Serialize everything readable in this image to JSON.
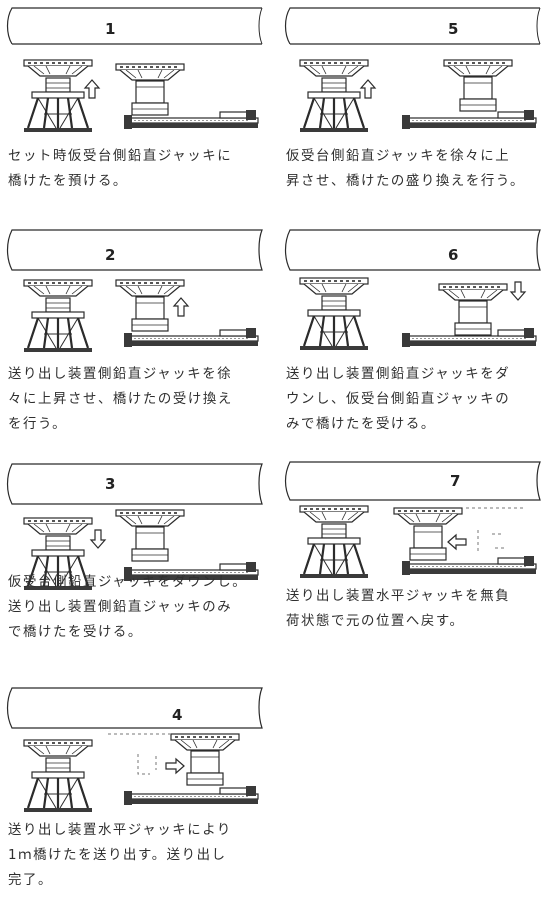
{
  "steps": [
    {
      "number": "1",
      "caption_lines": [
        "セット時仮受台側鉛直ジャッキに",
        "橋けたを預ける。"
      ]
    },
    {
      "number": "2",
      "caption_lines": [
        "送り出し装置側鉛直ジャッキを徐",
        "々に上昇させ、橋けたの受け換え",
        "を行う。"
      ]
    },
    {
      "number": "3",
      "caption_lines": [
        "仮受台側鉛直ジャッキをダウンし。",
        "送り出し装置側鉛直ジャッキのみ",
        "で橋けたを受ける。"
      ]
    },
    {
      "number": "4",
      "caption_lines": [
        "送り出し装置水平ジャッキにより",
        "1ｍ橋けたを送り出す。送り出し",
        "完了。"
      ]
    },
    {
      "number": "5",
      "caption_lines": [
        "仮受台側鉛直ジャッキを徐々に上",
        "昇させ、橋けたの盛り換えを行う。"
      ]
    },
    {
      "number": "6",
      "caption_lines": [
        "送り出し装置側鉛直ジャッキをダ",
        "ウンし、仮受台側鉛直ジャッキの",
        "みで橋けたを受ける。"
      ]
    },
    {
      "number": "7",
      "caption_lines": [
        "送り出し装置水平ジャッキを無負",
        "荷状態で元の位置へ戻す。"
      ]
    }
  ]
}
